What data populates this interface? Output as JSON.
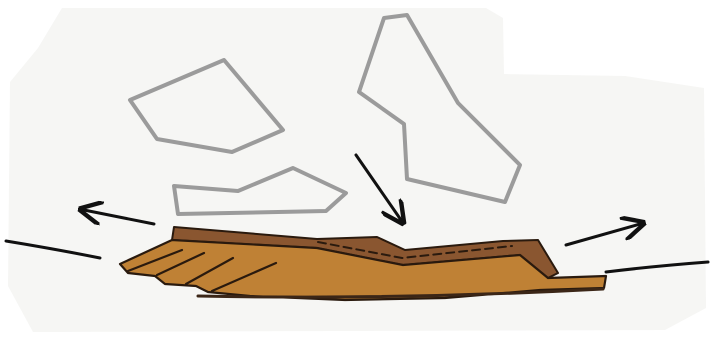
{
  "diagram": {
    "colors": {
      "background": "#ffffff",
      "paper_tint": "#f6f6f4",
      "outline_gray": "#9b9b9b",
      "ink": "#111111",
      "basin_fill": "#bf8135",
      "upper_fill": "#8a5630",
      "deep_line": "#3b2617"
    },
    "shapes": [
      {
        "name": "floating-block-left"
      },
      {
        "name": "floating-block-tall"
      },
      {
        "name": "floating-block-small"
      },
      {
        "name": "sediment-wedge"
      }
    ],
    "arrows": [
      {
        "name": "extension-arrow-left",
        "direction": "left"
      },
      {
        "name": "subsidence-arrow-down",
        "direction": "down"
      },
      {
        "name": "extension-arrow-right",
        "direction": "right"
      }
    ]
  }
}
